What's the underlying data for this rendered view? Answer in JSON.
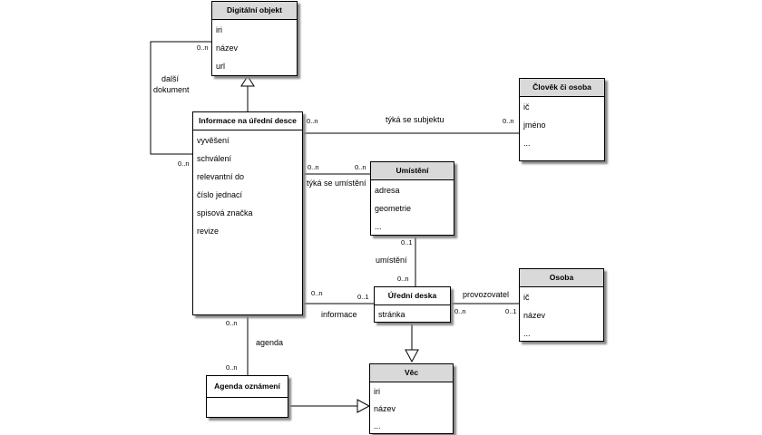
{
  "classes": {
    "digitalni_objekt": {
      "title": "Digitální objekt",
      "attributes": [
        "iri",
        "název",
        "url"
      ]
    },
    "clovek_ci_osoba": {
      "title": "Člověk či osoba",
      "attributes": [
        "ič",
        "jméno",
        "..."
      ]
    },
    "informace": {
      "title": "Informace na úřední desce",
      "attributes": [
        "vyvěšení",
        "schválení",
        "relevantní do",
        "číslo jednací",
        "spisová značka",
        "revize"
      ]
    },
    "umisteni": {
      "title": "Umístění",
      "attributes": [
        "adresa",
        "geometrie",
        "..."
      ]
    },
    "uredni_deska": {
      "title": "Úřední deska",
      "attributes": [
        "stránka"
      ]
    },
    "osoba": {
      "title": "Osoba",
      "attributes": [
        "ič",
        "název",
        "..."
      ]
    },
    "agenda_oznameni": {
      "title": "Agenda oznámení",
      "attributes": []
    },
    "vec": {
      "title": "Věc",
      "attributes": [
        "iri",
        "název",
        "..."
      ]
    }
  },
  "associations": {
    "dalsi_dokument": {
      "label_line1": "další",
      "label_line2": "dokument",
      "mult_top": "0..n",
      "mult_bottom": "0..n"
    },
    "tyka_se_subjektu": {
      "label": "týká se subjektu",
      "mult_source": "0..n",
      "mult_target": "0..n"
    },
    "tyka_se_umisteni": {
      "label": "týká se umístění",
      "mult_source": "0..n",
      "mult_target": "0..n"
    },
    "umisteni": {
      "label": "umístění",
      "mult_top": "0..1",
      "mult_bottom": "0..n"
    },
    "informace": {
      "label": "informace",
      "mult_source": "0..n",
      "mult_target": "0..1"
    },
    "provozovatel": {
      "label": "provozovatel",
      "mult_source": "0..n",
      "mult_target": "0..1"
    },
    "agenda": {
      "label": "agenda",
      "mult_top": "0..n",
      "mult_bottom": "0..n"
    }
  }
}
